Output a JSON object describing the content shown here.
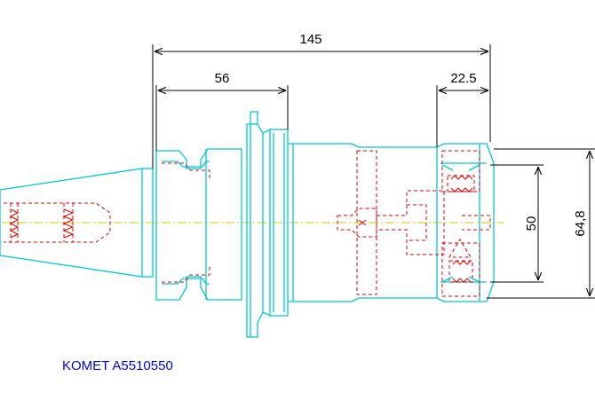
{
  "drawing": {
    "dimensions": {
      "total_length": "145",
      "flange_length": "56",
      "head_length": "22.5",
      "inner_diameter": "50",
      "outer_diameter": "64,8"
    },
    "part_label": "KOMET A5510550",
    "colors": {
      "outline": "#00c8d8",
      "hidden_lines": "#e00000",
      "center_line": "#d8c800",
      "dimension_lines": "#000000",
      "label": "#0000e0"
    }
  }
}
